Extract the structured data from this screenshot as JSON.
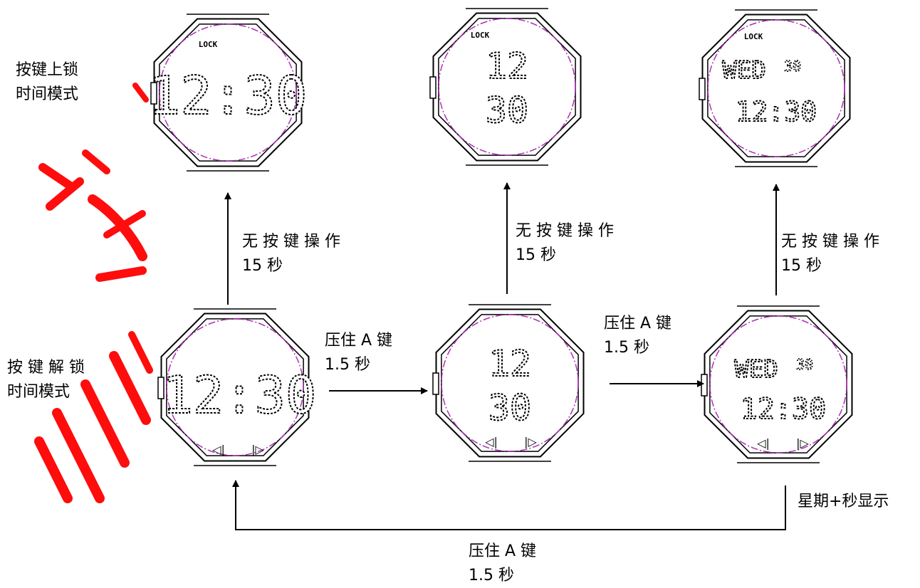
{
  "labels": {
    "lock_mode_line1": "按键上锁",
    "lock_mode_line2": "时间模式",
    "unlock_mode_line1": "按 键 解 锁",
    "unlock_mode_line2": "时间模式",
    "idle_1_line1": "无 按 键 操 作",
    "idle_1_line2": "15 秒",
    "idle_2_line1": "无 按 键 操 作",
    "idle_2_line2": "15 秒",
    "idle_3_line1": "无 按 键 操 作",
    "idle_3_line2": "15 秒",
    "press_1_line1": "压住 A 键",
    "press_1_line2": "1.5 秒",
    "press_2_line1": "压住 A 键",
    "press_2_line2": "1.5 秒",
    "press_return_line1": "压住 A 键",
    "press_return_line2": "1.5 秒",
    "weekday_seconds_label": "星期+秒显示"
  },
  "watch": {
    "lock_text": "LOCK",
    "hours": "12",
    "minutes": "30",
    "time_colon": "12:30",
    "weekday": "WED",
    "seconds": "30",
    "left_button_icon": "◁|",
    "right_button_icon": "|▷"
  },
  "colors": {
    "outline": "#000000",
    "dial_ring": "#b02fb8",
    "watermark": "#ff0000",
    "pixel_fill": "#ffffff"
  },
  "icons": {
    "arrow": "arrowhead-icon",
    "mode_back": "triangle-left-icon",
    "mode_forward": "triangle-right-icon"
  }
}
